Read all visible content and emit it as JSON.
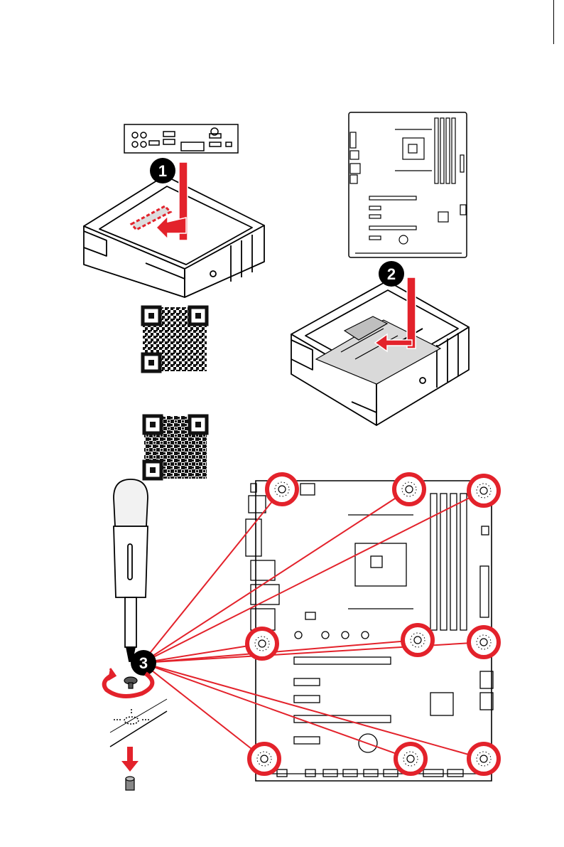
{
  "steps": [
    {
      "number": "1",
      "description": "install-io-shield"
    },
    {
      "number": "2",
      "description": "place-motherboard-into-case"
    },
    {
      "number": "3",
      "description": "secure-motherboard-screws"
    }
  ],
  "qr_codes": [
    {
      "name": "io-shield-video-qr"
    },
    {
      "name": "screw-install-video-qr"
    }
  ],
  "screw_positions_count": 9,
  "colors": {
    "accent": "#e3222b",
    "line": "#000000",
    "background": "#ffffff"
  },
  "icons": [
    "screwdriver-icon",
    "rotate-arrow-icon",
    "down-arrow-icon",
    "standoff-icon",
    "screw-icon"
  ]
}
